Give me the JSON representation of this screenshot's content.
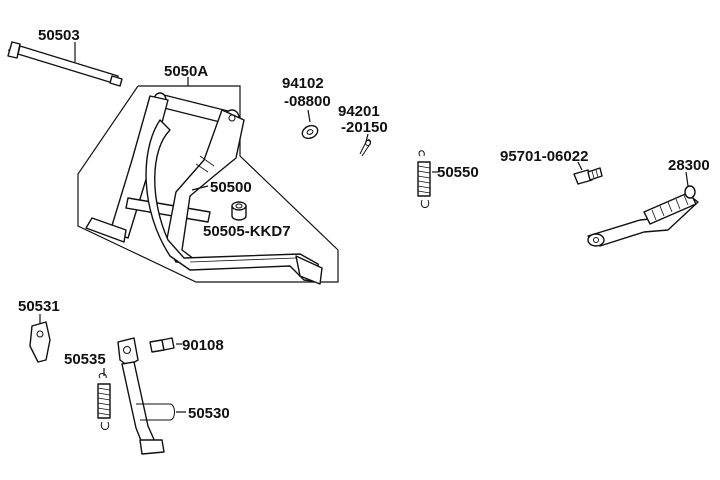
{
  "labels": {
    "p50503": "50503",
    "p5050A": "5050A",
    "p94102a": "94102",
    "p94102b": "-08800",
    "p94201a": "94201",
    "p94201b": "-20150",
    "p50550": "50550",
    "p95701": "95701-06022",
    "p28300": "28300",
    "p50500": "50500",
    "p50505": "50505-KKD7",
    "p50531": "50531",
    "p90108": "90108",
    "p50535": "50535",
    "p50530": "50530"
  }
}
